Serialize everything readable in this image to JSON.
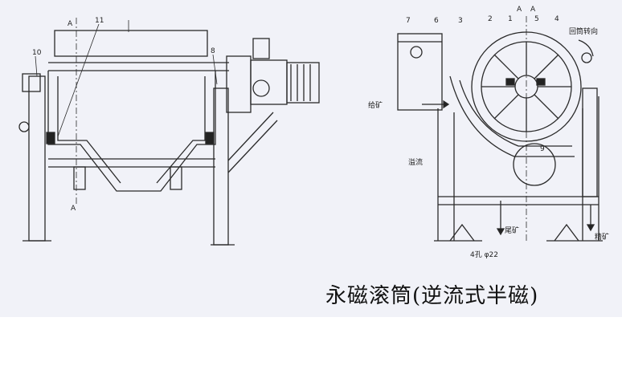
{
  "caption": "永磁滚筒(逆流式半磁)",
  "left_view": {
    "section_marks": [
      "A",
      "A"
    ],
    "callouts": [
      "10",
      "11",
      "8"
    ]
  },
  "right_view": {
    "section_marks": [
      "A",
      "A"
    ],
    "callouts": [
      "7",
      "6",
      "3",
      "2",
      "1",
      "5",
      "4",
      "9"
    ],
    "labels": {
      "rotation": "回筒转向",
      "feed": "给矿",
      "overflow": "溢流",
      "tailings": "尾矿",
      "concentrate": "精矿",
      "holes": "4孔 φ22"
    }
  }
}
